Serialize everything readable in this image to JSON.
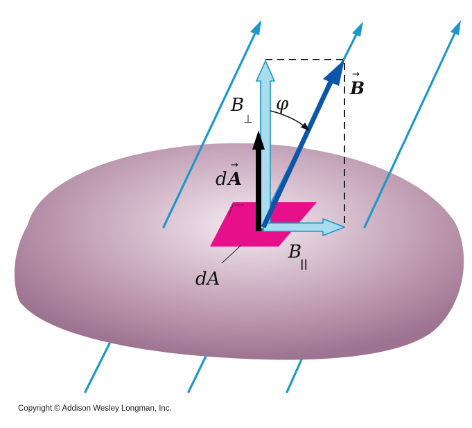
{
  "labels": {
    "B_vector": "B",
    "B_perp_letter": "B",
    "B_perp_sub": "⊥",
    "phi": "φ",
    "dA_vector_d": "d",
    "dA_vector_A": "A",
    "B_parallel_letter": "B",
    "B_parallel_sub": "||",
    "dA_scalar": "dA"
  },
  "copyright": "Copyright © Addison Wesley Longman, Inc.",
  "colors": {
    "surface_edge": "#a47b95",
    "surface_center": "#f2e6ee",
    "field_line": "#1e98c8",
    "area_patch": "#e8108a",
    "b_vector": "#0d55a8",
    "component_fill": "#a8dcee",
    "component_stroke": "#1e98c8",
    "normal_vector": "#000000"
  }
}
